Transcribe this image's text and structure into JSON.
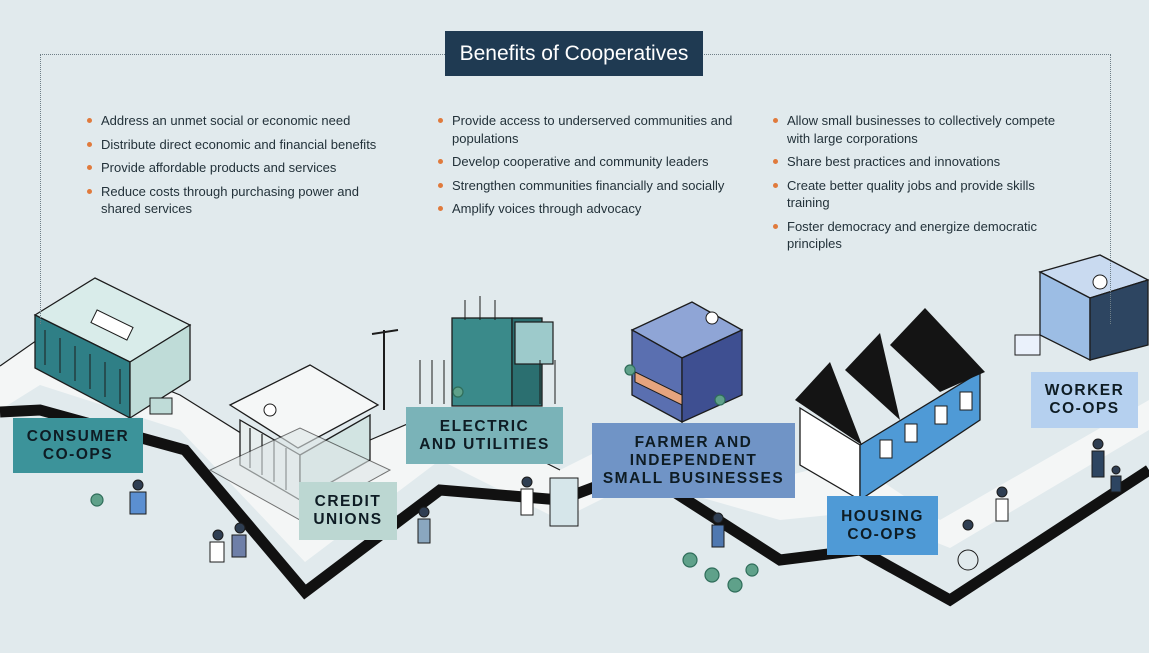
{
  "title": "Benefits of Cooperatives",
  "benefits": {
    "col1": [
      "Address an unmet social or economic need",
      "Distribute direct economic and financial benefits",
      "Provide affordable products and services",
      "Reduce costs through purchasing power and shared services"
    ],
    "col2": [
      "Provide access to underserved communities and populations",
      "Develop cooperative and community leaders",
      "Strengthen communities financially and socially",
      "Amplify voices through advocacy"
    ],
    "col3": [
      "Allow small businesses to collectively compete with large corporations",
      "Share best practices and innovations",
      "Create better quality jobs and provide skills training",
      "Foster democracy and energize democratic principles"
    ]
  },
  "categories": {
    "consumer": "CONSUMER\nCO-OPS",
    "credit": "CREDIT\nUNIONS",
    "electric": "ELECTRIC\nAND UTILITIES",
    "farmer": "FARMER AND\nINDEPENDENT\nSMALL BUSINESSES",
    "housing": "HOUSING\nCO-OPS",
    "worker": "WORKER\nCO-OPS"
  },
  "colors": {
    "background": "#e1eaed",
    "title_bg": "#1f3a52",
    "bullet": "#e07a3c",
    "consumer": "#3c939a",
    "credit": "#bcd7d2",
    "electric": "#7ab3b8",
    "farmer": "#7094c6",
    "housing": "#4f9ad6",
    "worker": "#b5d0ef"
  }
}
